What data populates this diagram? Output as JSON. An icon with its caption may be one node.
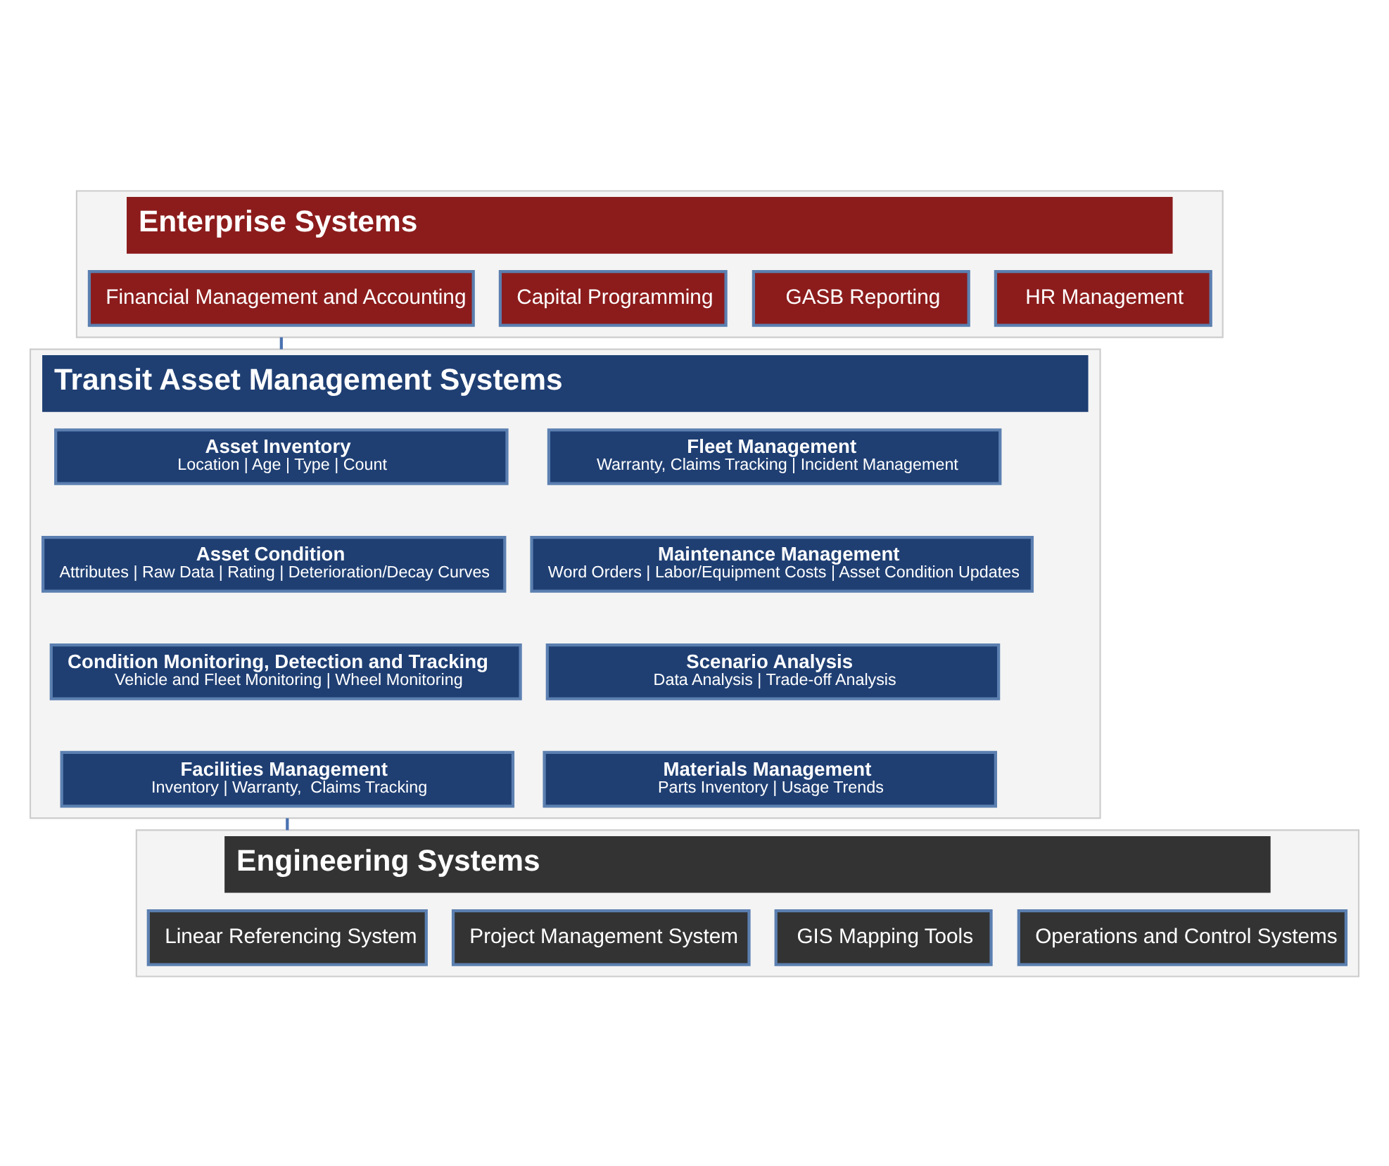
{
  "diagram": {
    "nodes": [
      {
        "text": [
          "Enterprise Systems"
        ]
      },
      {
        "text": [
          "Financial Management and Accounting"
        ],
        "in": 0
      },
      {
        "text": [
          "Capital Programming"
        ],
        "in": 0
      },
      {
        "text": [
          "GASB Reporting"
        ],
        "in": 0
      },
      {
        "text": [
          "HR Management"
        ],
        "in": 0
      },
      {
        "text": [
          "Transit Asset Management Systems"
        ]
      },
      {
        "text": [
          "Asset Inventory",
          "Location | Age | Type | Count"
        ],
        "in": 5
      },
      {
        "text": [
          "Fleet Management",
          "Warranty, Claims Tracking | Incident Management"
        ],
        "in": 5
      },
      {
        "text": [
          "Asset Condition",
          "Attributes | Raw Data | Rating | Deterioration/Decay Curves"
        ],
        "in": 5
      },
      {
        "text": [
          "Maintenance Management",
          "Word Orders | Labor/Equipment Costs | Asset Condition Updates"
        ],
        "in": 5
      },
      {
        "text": [
          "Condition Monitoring, Detection and Tracking",
          "Vehicle and Fleet Monitoring | Wheel Monitoring"
        ],
        "in": 5
      },
      {
        "text": [
          "Scenario Analysis",
          "Data Analysis | Trade-off Analysis"
        ],
        "in": 5
      },
      {
        "text": [
          "Facilities Management",
          "Inventory | Warranty,  Claims Tracking"
        ],
        "in": 5
      },
      {
        "text": [
          "Materials Management",
          "Parts Inventory | Usage Trends"
        ],
        "in": 5
      },
      {
        "text": [
          "Engineering Systems"
        ]
      },
      {
        "text": [
          "Linear Referencing System"
        ],
        "in": 14
      },
      {
        "text": [
          "Project Management System"
        ],
        "in": 14
      },
      {
        "text": [
          "GIS Mapping Tools"
        ],
        "in": 14
      },
      {
        "text": [
          "Operations and Control Systems"
        ],
        "in": 14
      }
    ],
    "edges": [
      {
        "from": 0,
        "to": 5,
        "arrow": "none"
      },
      {
        "from": 5,
        "to": 14,
        "arrow": "none"
      }
    ]
  }
}
